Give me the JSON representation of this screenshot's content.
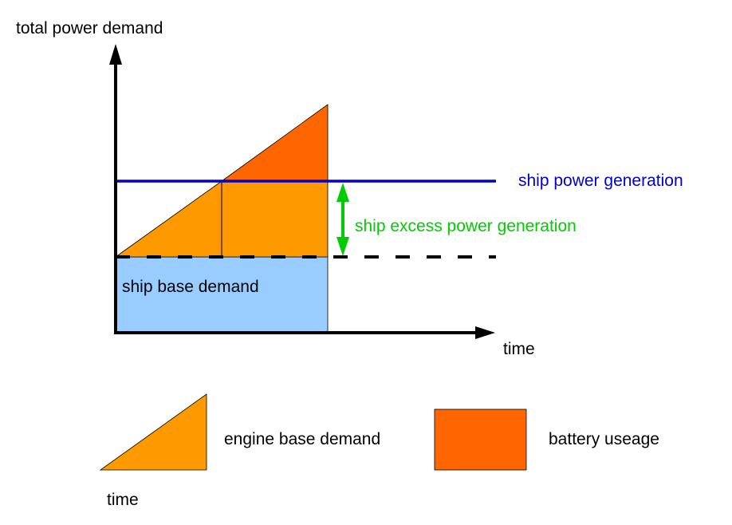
{
  "title": "Ship power demand diagram",
  "labels": {
    "y_axis": "total power demand",
    "x_axis": "time",
    "ship_power_generation": "ship power generation",
    "ship_excess_power_generation": "ship excess power generation",
    "ship_base_demand": "ship base demand"
  },
  "legend": {
    "items": [
      {
        "label": "engine base demand",
        "sublabel": "time",
        "shape": "triangle",
        "color": "#ff9900"
      },
      {
        "label": "battery useage",
        "shape": "rectangle",
        "color": "#ff6600"
      }
    ]
  },
  "colors": {
    "ship_base_demand": "#99ccff",
    "engine_base_demand": "#ff9900",
    "battery_useage": "#ff6600",
    "ship_power_generation": "#0000cc",
    "excess_arrow": "#00cc00",
    "axes": "#000000"
  }
}
